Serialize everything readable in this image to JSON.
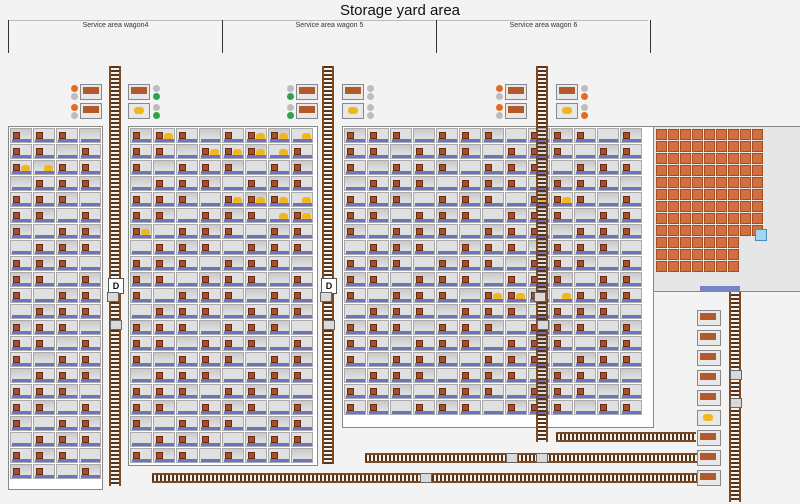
{
  "page": {
    "title": "Storage yard area"
  },
  "service_areas": [
    {
      "label": "Service area wagon4"
    },
    {
      "label": "Service area wagon 5"
    },
    {
      "label": "Service area wagon 6"
    }
  ],
  "markers": [
    {
      "label": "D"
    },
    {
      "label": "D"
    }
  ],
  "colors": {
    "wagon": "#a0522d",
    "car": "#f1b71c",
    "signal_orange": "#e66b20",
    "signal_green": "#2fa34a",
    "label_strip": "#6b73c8",
    "track": "#5a3216"
  },
  "icons": {
    "track": "rail-track-icon",
    "wagon": "wagon-icon",
    "car": "car-icon",
    "signal": "signal-light-icon",
    "info": "info-icon"
  }
}
